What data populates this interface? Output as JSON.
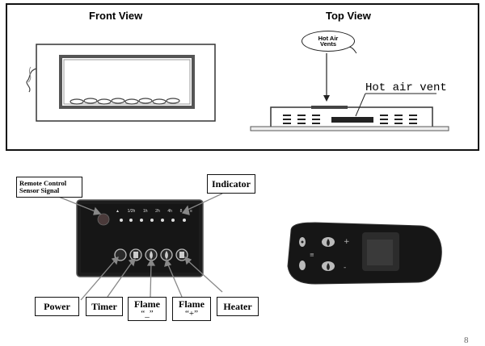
{
  "top_views": {
    "front_title": "Front View",
    "top_title": "Top View",
    "callout": {
      "line1": "Hot Air",
      "line2": "Vents"
    },
    "vent_label": "Hot air vent"
  },
  "control_panel": {
    "remote_sensor_label": {
      "line1": "Remote Control",
      "line2": "Sensor Signal"
    },
    "indicator_label": "Indicator",
    "indicator_marks": [
      "▲",
      "1/2h",
      "1h",
      "2h",
      "4h",
      "8",
      "≡"
    ],
    "buttons": [
      {
        "name": "power",
        "label": "Power"
      },
      {
        "name": "timer",
        "label": "Timer"
      },
      {
        "name": "flame-down",
        "label": "Flame",
        "sub": "“_”"
      },
      {
        "name": "flame-up",
        "label": "Flame",
        "sub": "“+”"
      },
      {
        "name": "heater",
        "label": "Heater"
      }
    ]
  },
  "colors": {
    "panel": "#1d1d1d",
    "remote": "#161616",
    "outline": "#111111"
  },
  "page_number": "8"
}
